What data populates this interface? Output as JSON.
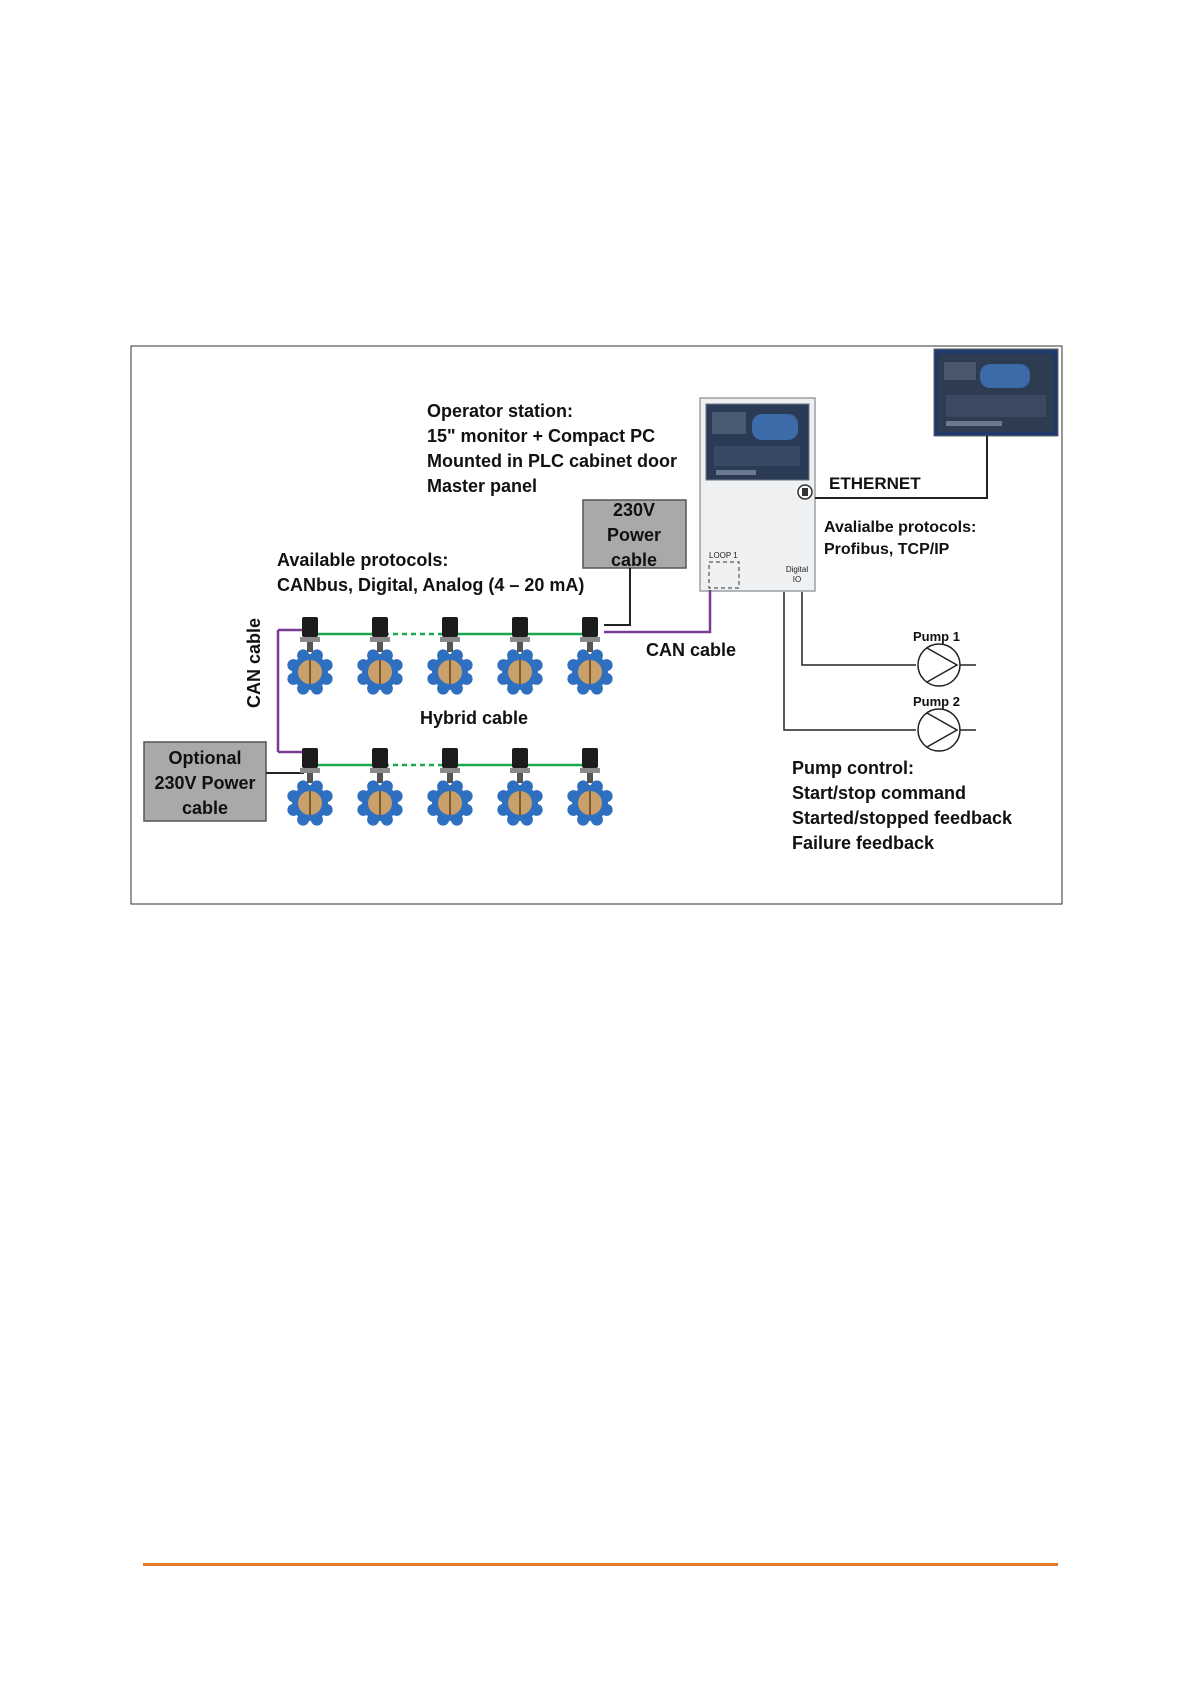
{
  "colors": {
    "can_cable": "#7a3b96",
    "hybrid_cable": "#1aa84f",
    "power_box": "#a9a9a9",
    "valve_body": "#2f6fc0",
    "valve_disc": "#c9a06a",
    "screen": "#2c3b55",
    "footer_rule": "#e07a2a"
  },
  "operator_station": {
    "lines": [
      "Operator station:",
      "15\" monitor + Compact PC",
      "Mounted in PLC cabinet door",
      "Master panel"
    ]
  },
  "power_box": {
    "lines": [
      "230V",
      "Power",
      "cable"
    ]
  },
  "optional_power_box": {
    "lines": [
      "Optional",
      "230V Power",
      "cable"
    ]
  },
  "available_protocols": {
    "lines": [
      "Available protocols:",
      "CANbus, Digital, Analog (4 – 20 mA)"
    ]
  },
  "cabinet": {
    "loop_label": "LOOP 1",
    "digital_label_1": "Digital",
    "digital_label_2": "IO"
  },
  "ethernet_label": "ETHERNET",
  "plc_protocols": {
    "lines": [
      "Avalialbe protocols:",
      "Profibus, TCP/IP"
    ]
  },
  "can_cable_vertical": "CAN cable",
  "can_cable_horizontal": "CAN cable",
  "hybrid_cable": "Hybrid cable",
  "pumps": [
    {
      "label": "Pump 1"
    },
    {
      "label": "Pump 2"
    }
  ],
  "pump_control": {
    "lines": [
      "Pump control:",
      "Start/stop command",
      "Started/stopped feedback",
      "Failure feedback"
    ]
  },
  "valve_rows": [
    {
      "count": 5
    },
    {
      "count": 5
    }
  ]
}
